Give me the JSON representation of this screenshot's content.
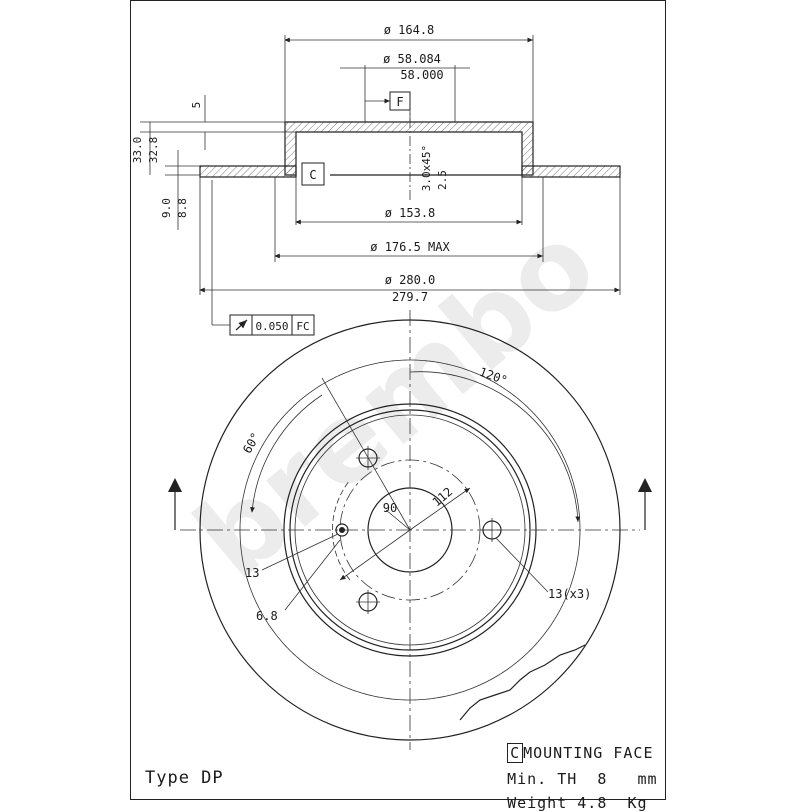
{
  "dims": {
    "d_164_8": "ø 164.8",
    "d_58_084": "ø 58.084",
    "d_58_000": "58.000",
    "d_153_8": "ø 153.8",
    "d_176_5": "ø 176.5 MAX",
    "d_280_0": "ø 280.0",
    "d_279_7": "279.7",
    "h_5": "5",
    "h_33_0": "33.0",
    "h_32_8": "32.8",
    "h_9_0": "9.0",
    "h_8_8": "8.8",
    "chamfer": "3.0x45°",
    "h_2_5": "2.5",
    "datum_f": "F",
    "datum_c": "C",
    "tolerance_value": "0.050",
    "tolerance_ref": "FC",
    "angle_120": "120°",
    "angle_60": "60°",
    "pcd_90": "90",
    "pcd_112": "112",
    "hole_13": "13",
    "hole_6_8": "6.8",
    "hole_13x3": "13(x3)"
  },
  "footer": {
    "mounting_box": "C",
    "mounting_face": "MOUNTING FACE",
    "min_th_label": "Min. TH",
    "min_th_value": "8",
    "min_th_unit": "mm",
    "weight_label": "Weight",
    "weight_value": "4.8",
    "weight_unit": "Kg",
    "type": "Type DP"
  },
  "watermark": "brembo"
}
